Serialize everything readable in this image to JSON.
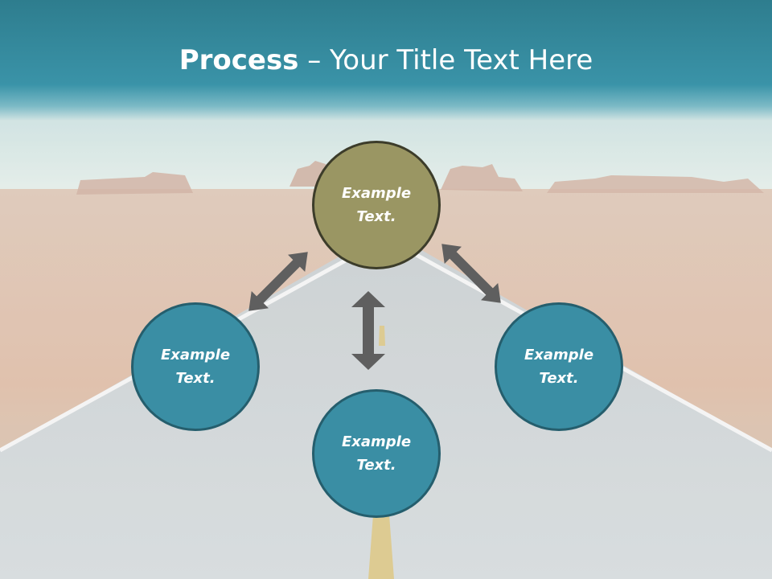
{
  "slide": {
    "title_bold": "Process",
    "title_rest": " – Your Title Text Here"
  },
  "diagram": {
    "center": {
      "label": "Example\nText."
    },
    "nodes": [
      {
        "label": "Example\nText."
      },
      {
        "label": "Example\nText."
      },
      {
        "label": "Example\nText."
      }
    ]
  },
  "colors": {
    "header": "#3a93a8",
    "center_fill": "#9a9663",
    "node_fill": "#3a8ea4",
    "arrow": "#5f5f5f"
  }
}
